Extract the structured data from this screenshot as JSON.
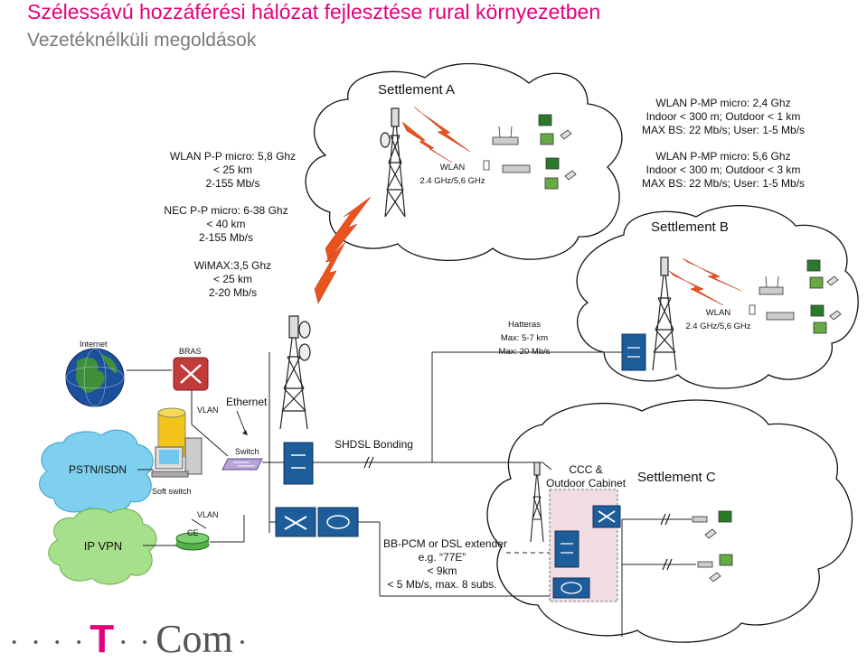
{
  "header": {
    "title": "Szélessávú hozzáférési hálózat fejlesztése rural környezetben",
    "subtitle": "Vezetéknélküli megoldások"
  },
  "left_labels": {
    "wlan_pp": [
      "WLAN P-P micro: 5,8 Ghz",
      "< 25 km",
      "2-155 Mb/s"
    ],
    "nec_pp": [
      "NEC P-P micro: 6-38 Ghz",
      "< 40 km",
      "2-155 Mb/s"
    ],
    "wimax": [
      "WiMAX:3,5 Ghz",
      "< 25 km",
      "2-20 Mb/s"
    ]
  },
  "settlement_a": {
    "title": "Settlement A",
    "wlan": [
      "WLAN",
      "2.4 GHz/5,6 GHz"
    ]
  },
  "right_info": {
    "wlan_24": [
      "WLAN P-MP micro: 2,4 Ghz",
      "Indoor < 300 m; Outdoor < 1 km",
      "MAX BS: 22 Mb/s; User: 1-5 Mb/s"
    ],
    "wlan_56": [
      "WLAN P-MP micro: 5,6 Ghz",
      "Indoor < 300 m; Outdoor < 3 km",
      "MAX BS: 22 Mb/s; User: 1-5 Mb/s"
    ]
  },
  "settlement_b": {
    "title": "Settlement B",
    "wlan": [
      "WLAN",
      "2.4 GHz/5,6 GHz"
    ]
  },
  "hatteras": [
    "Hatteras",
    "Max: 5-7 km",
    "Max: 20 Mb/s"
  ],
  "core": {
    "internet": "Internet",
    "bras": "BRAS",
    "vlan_top": "VLAN",
    "ethernet": "Ethernet",
    "switch": "Switch",
    "soft_switch": "Soft switch",
    "vlan_bottom": "VLAN",
    "ce": "CE",
    "pstn": "PSTN/ISDN",
    "ipvpn": "IP VPN"
  },
  "links": {
    "shdsl": "SHDSL Bonding",
    "bbpcm": [
      "BB-PCM or DSL extender",
      "e.g. “77E”",
      "< 9km",
      "< 5 Mb/s, max. 8 subs."
    ]
  },
  "settlement_c": {
    "title": "Settlement C",
    "cabinet": [
      "CCC &",
      "Outdoor Cabinet"
    ]
  },
  "logo": {
    "dots_left": "· · · ·",
    "t": "T",
    "dots_mid": "· ·",
    "com": "Com",
    "dots_right": "·"
  },
  "colors": {
    "magenta": "#e4007c",
    "cloud_stroke": "#111111",
    "pstn_blue": "#7fd0ee",
    "ipvpn_green": "#a6e08a",
    "cabinet_fill": "#f2dde2",
    "lightning": "#e8531e",
    "router_red": "#c23a3a",
    "device_blue": "#1d5d9a"
  }
}
